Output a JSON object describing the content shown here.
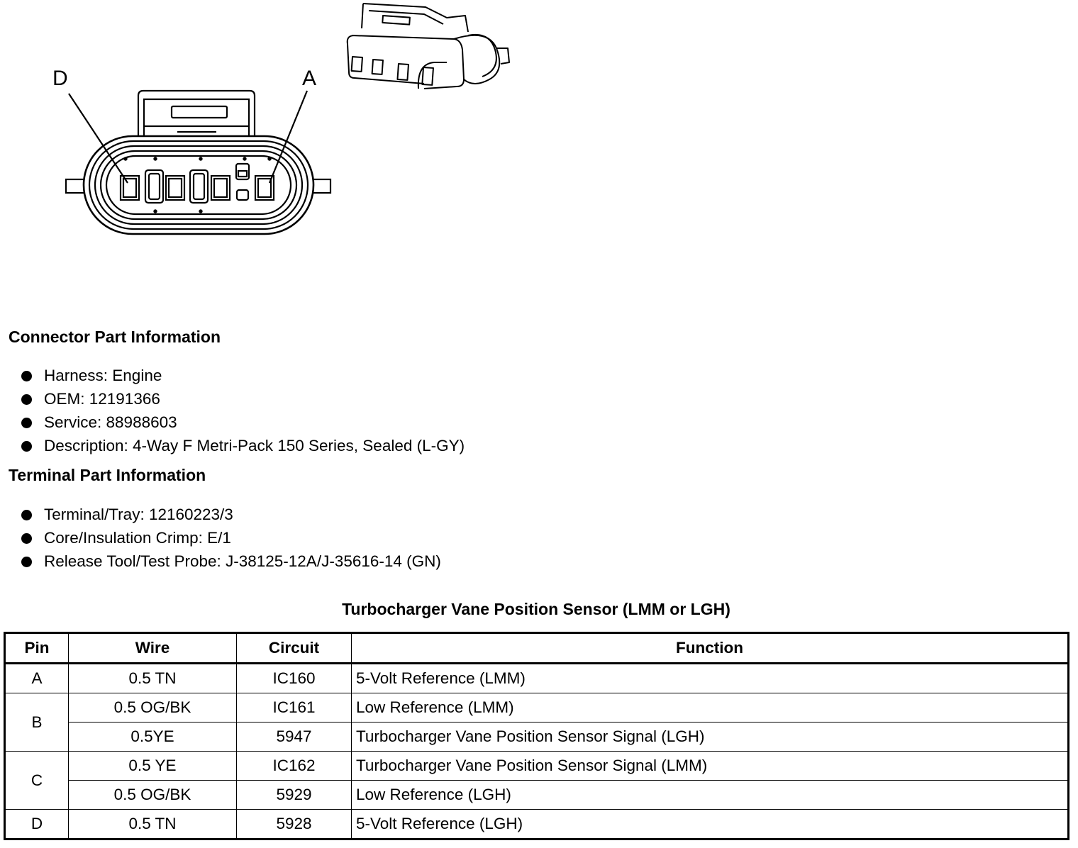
{
  "diagram": {
    "label_left": "D",
    "label_right": "A"
  },
  "connector_section": {
    "title": "Connector Part Information",
    "items": [
      "Harness: Engine",
      "OEM: 12191366",
      "Service: 88988603",
      "Description: 4-Way F Metri-Pack 150 Series, Sealed (L-GY)"
    ]
  },
  "terminal_section": {
    "title": "Terminal Part Information",
    "items": [
      "Terminal/Tray: 12160223/3",
      "Core/Insulation Crimp: E/1",
      "Release Tool/Test Probe: J-38125-12A/J-35616-14 (GN)"
    ]
  },
  "table": {
    "title": "Turbocharger Vane Position Sensor (LMM or LGH)",
    "headers": [
      "Pin",
      "Wire",
      "Circuit",
      "Function"
    ],
    "rows": [
      {
        "pin": "A",
        "wire": "0.5 TN",
        "circuit": "IC160",
        "function": "5-Volt Reference (LMM)"
      },
      {
        "pin": "B",
        "wire": "0.5 OG/BK",
        "circuit": "IC161",
        "function": "Low Reference (LMM)"
      },
      {
        "pin": "",
        "wire": "0.5YE",
        "circuit": "5947",
        "function": "Turbocharger Vane Position Sensor Signal (LGH)"
      },
      {
        "pin": "C",
        "wire": "0.5 YE",
        "circuit": "IC162",
        "function": "Turbocharger Vane Position Sensor Signal (LMM)"
      },
      {
        "pin": "",
        "wire": "0.5 OG/BK",
        "circuit": "5929",
        "function": "Low Reference (LGH)"
      },
      {
        "pin": "D",
        "wire": "0.5 TN",
        "circuit": "5928",
        "function": "5-Volt Reference (LGH)"
      }
    ]
  }
}
